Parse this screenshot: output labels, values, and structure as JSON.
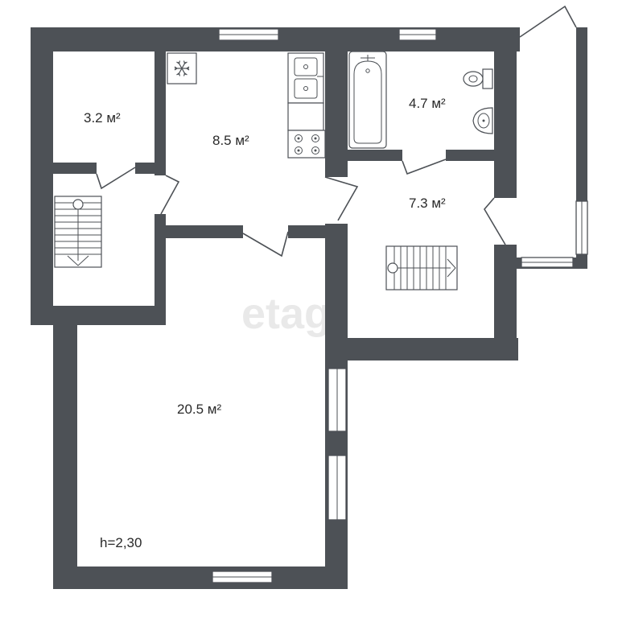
{
  "plan": {
    "rooms": [
      {
        "id": "storage",
        "area_label": "3.2 м²"
      },
      {
        "id": "kitchen",
        "area_label": "8.5 м²"
      },
      {
        "id": "bathroom",
        "area_label": "4.7 м²"
      },
      {
        "id": "hall",
        "area_label": "7.3 м²"
      },
      {
        "id": "living",
        "area_label": "20.5 м²"
      }
    ],
    "ceiling_height": "h=2,30",
    "watermark": "etagi",
    "icons": {
      "fridge": "snowflake-icon",
      "sink": "kitchen-sink-icon",
      "stove": "stove-icon",
      "bathtub": "bathtub-icon",
      "toilet": "toilet-icon",
      "washbasin": "washbasin-icon",
      "stairs": "staircase-icon"
    },
    "colors": {
      "wall": "#4d5156",
      "background": "#ffffff",
      "text": "#2a2a2a"
    }
  }
}
